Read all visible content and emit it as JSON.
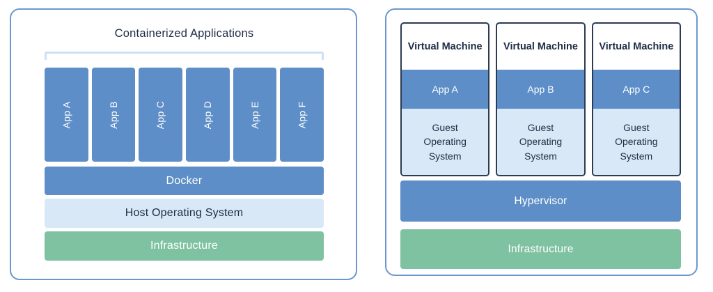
{
  "colors": {
    "accent_blue": "#5d8ec7",
    "light_blue_fill": "#d9e8f6",
    "green_fill": "#7fc2a1",
    "navy_text": "#1f2c45",
    "panel_border": "#6b97ce",
    "vm_box_border": "#2c3b52",
    "bracket": "#cfe0f2",
    "white_text": "#ffffff"
  },
  "left_panel": {
    "title": "Containerized Applications",
    "apps": [
      "App A",
      "App B",
      "App C",
      "App D",
      "App E",
      "App F"
    ],
    "docker_label": "Docker",
    "host_os_label": "Host Operating System",
    "infrastructure_label": "Infrastructure"
  },
  "right_panel": {
    "vms": [
      {
        "title": "Virtual Machine",
        "app": "App A",
        "os": "Guest Operating System"
      },
      {
        "title": "Virtual Machine",
        "app": "App B",
        "os": "Guest Operating System"
      },
      {
        "title": "Virtual Machine",
        "app": "App C",
        "os": "Guest Operating System"
      }
    ],
    "hypervisor_label": "Hypervisor",
    "infrastructure_label": "Infrastructure"
  }
}
